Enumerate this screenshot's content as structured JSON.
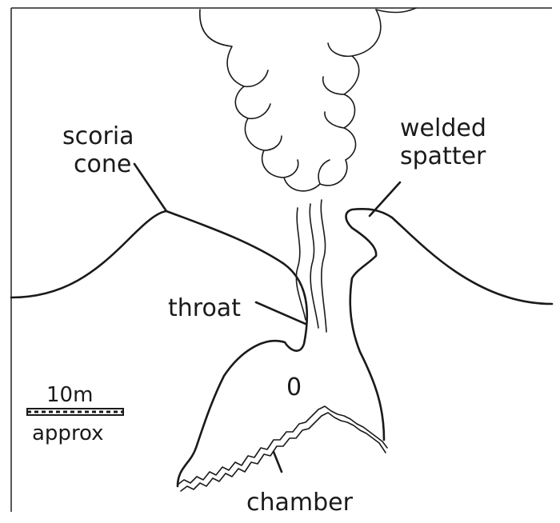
{
  "labels": {
    "scoria_cone": [
      "scoria",
      "cone"
    ],
    "welded_spatter": [
      "welded",
      "spatter"
    ],
    "throat": "throat",
    "chamber": "chamber",
    "blob": "0"
  },
  "scale_bar": {
    "value": "10m",
    "note": "approx"
  }
}
